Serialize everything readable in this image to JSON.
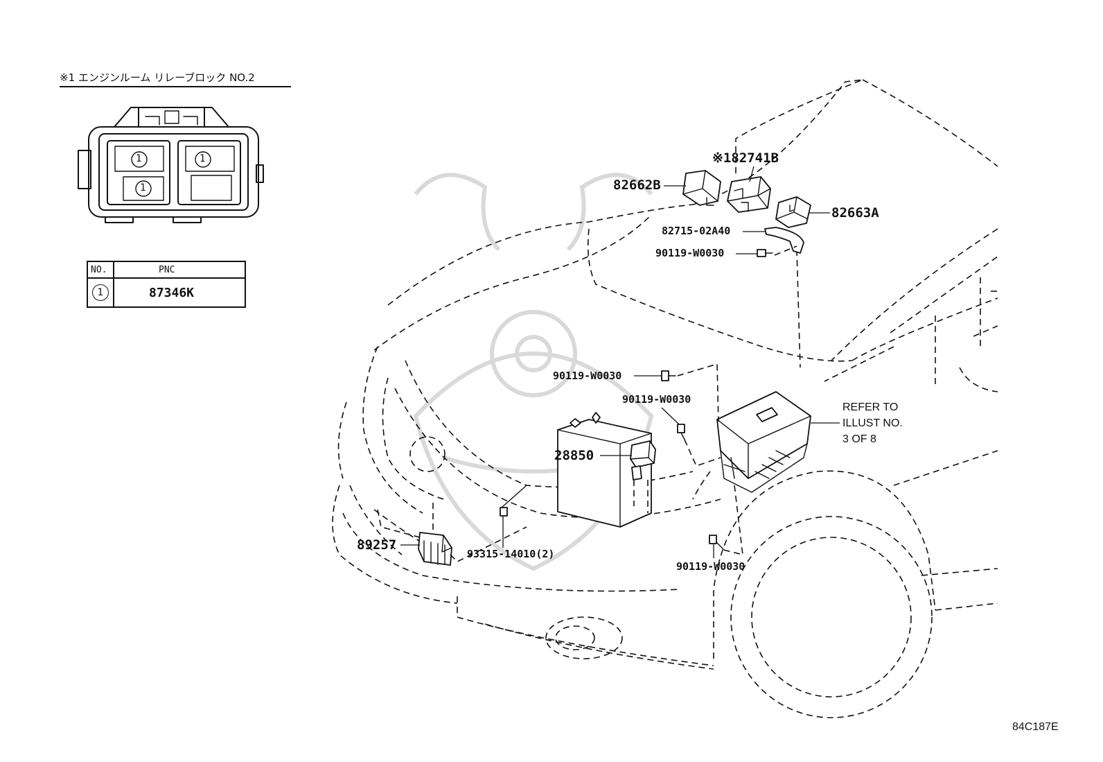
{
  "relay_block": {
    "title": "※1 エンジンルーム リレーブロック NO.2",
    "slot_marks": [
      "1",
      "1",
      "1"
    ]
  },
  "pnc_table": {
    "headers": [
      "NO.",
      "PNC"
    ],
    "rows": [
      {
        "no": "1",
        "pnc": "87346K"
      }
    ]
  },
  "callouts": [
    {
      "id": "82662B",
      "text": "82662B"
    },
    {
      "id": "182741B",
      "text": "※182741B"
    },
    {
      "id": "82663A",
      "text": "82663A"
    },
    {
      "id": "82715-02A40",
      "text": "82715-02A40"
    },
    {
      "id": "90119-W0030-a",
      "text": "90119-W0030"
    },
    {
      "id": "90119-W0030-b",
      "text": "90119-W0030"
    },
    {
      "id": "90119-W0030-c",
      "text": "90119-W0030"
    },
    {
      "id": "90119-W0030-d",
      "text": "90119-W0030"
    },
    {
      "id": "28850",
      "text": "28850"
    },
    {
      "id": "89257",
      "text": "89257"
    },
    {
      "id": "93315-14010",
      "text": "93315-14010(2)"
    }
  ],
  "refer_note": [
    "REFER TO",
    "ILLUST NO.",
    "3 OF 8"
  ],
  "diagram_code": "84C187E"
}
